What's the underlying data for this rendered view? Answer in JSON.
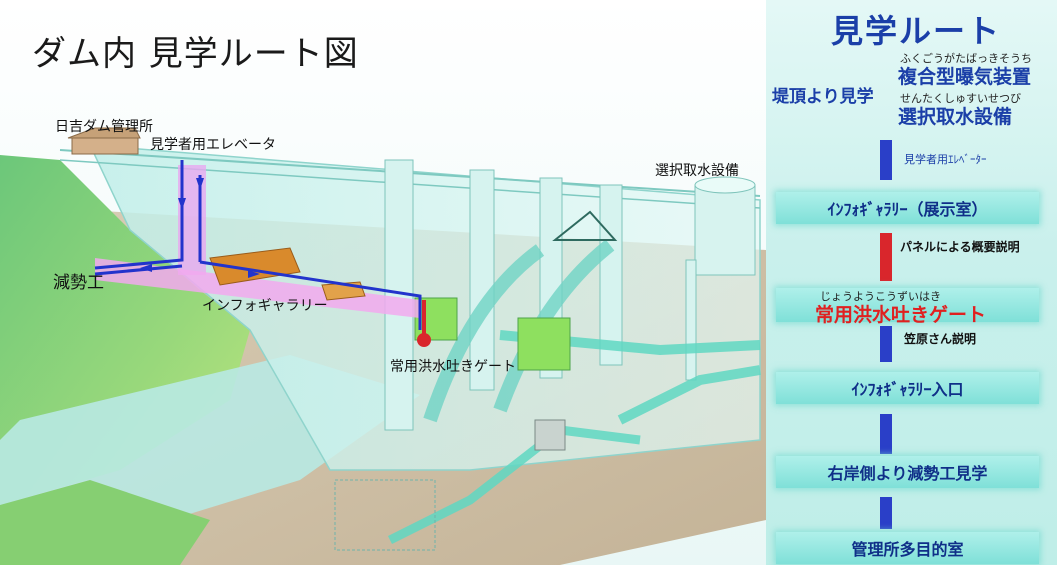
{
  "page_title": "ダム内 見学ルート図",
  "diagram": {
    "labels": {
      "management_office": "日吉ダム管理所",
      "visitor_elevator": "見学者用エレベータ",
      "selective_intake": "選択取水設備",
      "stilling_basin": "減勢工",
      "info_gallery": "インフォギャラリー",
      "spillway_gate": "常用洪水吐きゲート"
    }
  },
  "route": {
    "title": "見学ルート",
    "crest_label": "堤頂より見学",
    "items": [
      {
        "ruby": "ふくごうがたばっきそうち",
        "label": "複合型曝気装置"
      },
      {
        "ruby": "せんたくしゅすいせつび",
        "label": "選択取水設備"
      }
    ],
    "connector_1": "見学者用ｴﾚﾍﾞｰﾀｰ",
    "step_1": "ｲﾝﾌｫｷﾞｬﾗﾘｰ（展示室）",
    "connector_2": "パネルによる概要説明",
    "gate_ruby": "じょうようこうずいはき",
    "gate_label": "常用洪水吐きゲート",
    "connector_3": "笠原さん説明",
    "step_2": "ｲﾝﾌｫｷﾞｬﾗﾘｰ入口",
    "step_3": "右岸側より減勢工見学",
    "step_4": "管理所多目的室"
  },
  "colors": {
    "route_blue": "#1b3fa8",
    "route_red": "#e02020",
    "step_cyan": "#7fe0d8",
    "panel_bg": "#c9f0ec",
    "connector_blue": "#2a3fc8",
    "connector_red": "#d9262c",
    "path_blue": "#2233cc",
    "path_pink": "#f0a0e8",
    "gallery_orange": "#d98a2c"
  }
}
